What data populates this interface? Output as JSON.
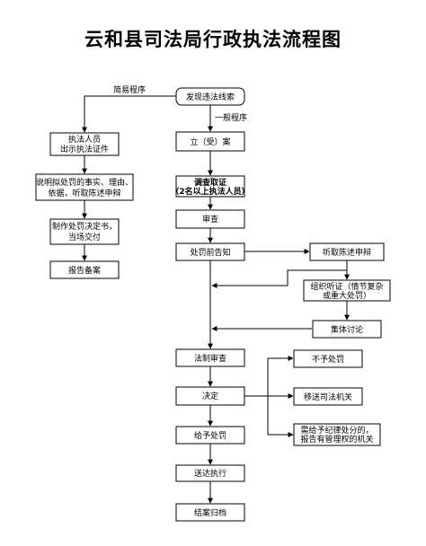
{
  "title": "云和县司法局行政执法流程图",
  "nodes": {
    "discover": "发现违法线索",
    "simple_show_id": [
      "执法人员",
      "出示执法证件"
    ],
    "simple_explain": [
      "说明拟处罚的事实、理由、",
      "依据，听取陈述申辩"
    ],
    "simple_decide": [
      "制作处罚决定书，",
      "当场交付"
    ],
    "simple_report": "报告备案",
    "case_filing": "立（受）案",
    "investigate": [
      "调查取证",
      "（2名以上执法人员）"
    ],
    "review": "审查",
    "pre_notice": "处罚前告知",
    "hear_defense": "听取陈述申辩",
    "hearing": [
      "组织听证（情节复杂",
      "或重大处罚）"
    ],
    "group_discussion": "集体讨论",
    "legal_review": "法制审查",
    "decision": "决定",
    "no_penalty": "不予处罚",
    "transfer_judicial": "移送司法机关",
    "report_authority": [
      "需给予纪律处分的，",
      "报告有管理权的机关"
    ],
    "impose_penalty": "给予处罚",
    "serve_execute": "送达执行",
    "close_archive": "结案归档"
  },
  "edge_labels": {
    "simple": "简易程序",
    "general": "一般程序"
  }
}
